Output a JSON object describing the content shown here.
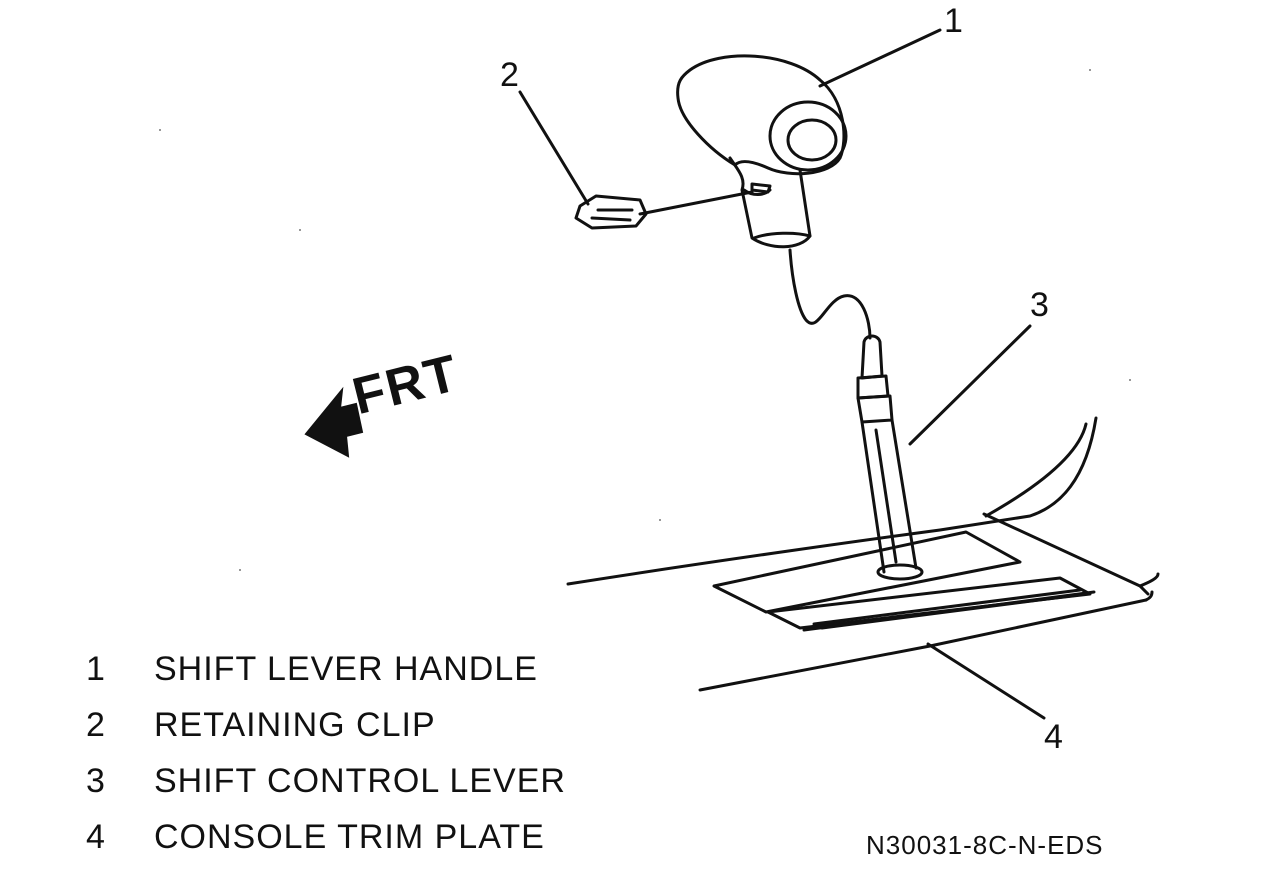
{
  "callouts": {
    "c1": "1",
    "c2": "2",
    "c3": "3",
    "c4": "4"
  },
  "direction_label": "FRT",
  "legend": [
    {
      "number": "1",
      "text": "SHIFT LEVER HANDLE"
    },
    {
      "number": "2",
      "text": "RETAINING CLIP"
    },
    {
      "number": "3",
      "text": "SHIFT CONTROL LEVER"
    },
    {
      "number": "4",
      "text": "CONSOLE TRIM PLATE"
    }
  ],
  "figure_code": "N30031-8C-N-EDS",
  "colors": {
    "ink": "#111111",
    "background": "#ffffff"
  },
  "icons": {
    "front_arrow": "arrow-left-icon"
  }
}
